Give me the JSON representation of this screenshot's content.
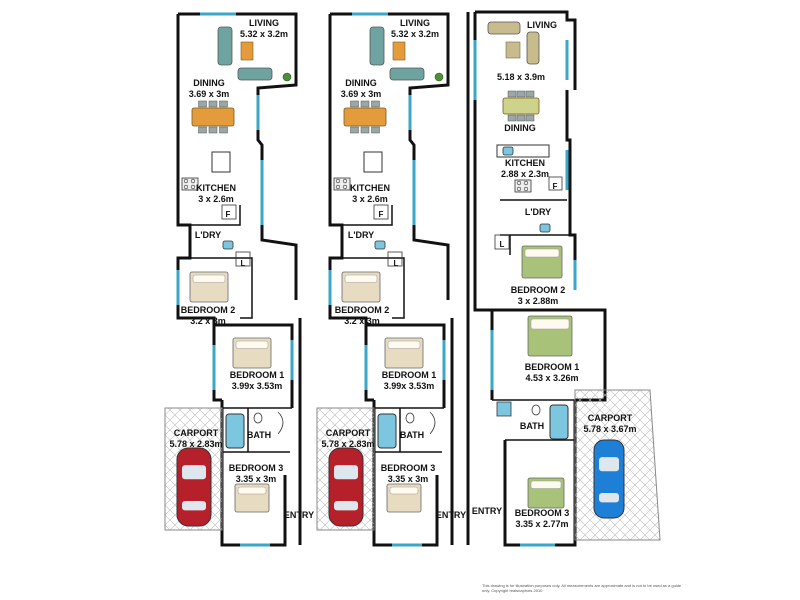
{
  "units": [
    {
      "living": {
        "name": "LIVING",
        "dim": "5.32 x 3.2m"
      },
      "dining": {
        "name": "DINING",
        "dim": "3.69 x 3m"
      },
      "kitchen": {
        "name": "KITCHEN",
        "dim": "3 x 2.6m"
      },
      "laundry": {
        "name": "L'DRY"
      },
      "bedroom2": {
        "name": "BEDROOM 2",
        "dim": "3.2 x 3m"
      },
      "bedroom1": {
        "name": "BEDROOM 1",
        "dim": "3.99x 3.53m"
      },
      "carport": {
        "name": "CARPORT",
        "dim": "5.78 x 2.83m"
      },
      "bath": {
        "name": "BATH"
      },
      "bedroom3": {
        "name": "BEDROOM 3",
        "dim": "3.35 x 3m"
      },
      "entry": {
        "name": "ENTRY"
      },
      "fridge": "F",
      "linen": "L"
    },
    {
      "living": {
        "name": "LIVING",
        "dim": "5.32 x 3.2m"
      },
      "dining": {
        "name": "DINING",
        "dim": "3.69 x 3m"
      },
      "kitchen": {
        "name": "KITCHEN",
        "dim": "3 x 2.6m"
      },
      "laundry": {
        "name": "L'DRY"
      },
      "bedroom2": {
        "name": "BEDROOM 2",
        "dim": "3.2 x 3m"
      },
      "bedroom1": {
        "name": "BEDROOM 1",
        "dim": "3.99x 3.53m"
      },
      "carport": {
        "name": "CARPORT",
        "dim": "5.78 x 2.83m"
      },
      "bath": {
        "name": "BATH"
      },
      "bedroom3": {
        "name": "BEDROOM 3",
        "dim": "3.35 x 3m"
      },
      "entry": {
        "name": "ENTRY"
      },
      "fridge": "F",
      "linen": "L"
    },
    {
      "living": {
        "name": "LIVING",
        "dim": "5.18 x 3.9m"
      },
      "dining": {
        "name": "DINING"
      },
      "kitchen": {
        "name": "KITCHEN",
        "dim": "2.88 x 2.3m"
      },
      "laundry": {
        "name": "L'DRY"
      },
      "bedroom2": {
        "name": "BEDROOM 2",
        "dim": "3 x 2.88m"
      },
      "bedroom1": {
        "name": "BEDROOM 1",
        "dim": "4.53 x 3.26m"
      },
      "carport": {
        "name": "CARPORT",
        "dim": "5.78 x 3.67m"
      },
      "bath": {
        "name": "BATH"
      },
      "bedroom3": {
        "name": "BEDROOM 3",
        "dim": "3.35 x 2.77m"
      },
      "entry": {
        "name": "ENTRY"
      },
      "fridge": "F",
      "linen": "L"
    }
  ],
  "disclaimer": "This drawing is for illustration purposes only. All measurements are approximate and is not to be used as a guide only. Copyright realsnaphots 2010",
  "colors": {
    "wall": "#111111",
    "window": "#3aa7c8",
    "floor": "#ffffff",
    "car_red": "#b5202a",
    "car_blue": "#1e7fd6",
    "table": "#e39b3c",
    "sofa_teal": "#6fa3a0",
    "sofa_tan": "#c8bb8e",
    "table_green": "#cdd38a",
    "bed_green": "#a9c27a",
    "bed_beige": "#e7dcc2"
  },
  "icons": [
    "sofa-icon",
    "dining-table-icon",
    "bed-icon",
    "car-icon",
    "bath-icon",
    "toilet-icon",
    "sink-icon",
    "stove-icon",
    "plant-icon"
  ]
}
